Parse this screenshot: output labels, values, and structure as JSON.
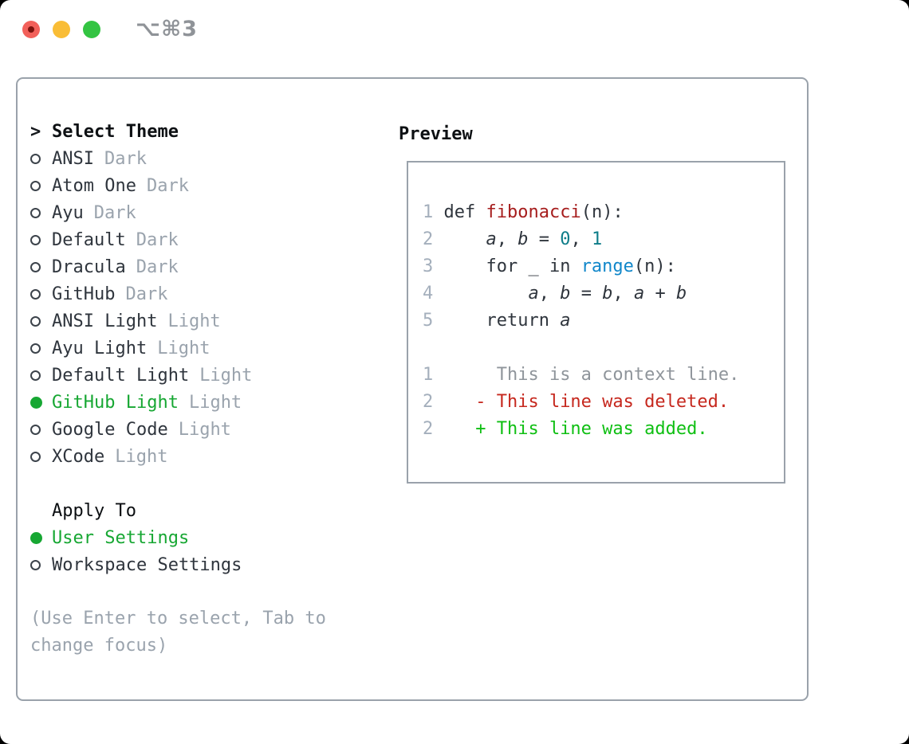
{
  "window": {
    "title_shortcut": "⌥⌘3",
    "traffic_lights": [
      "close",
      "minimize",
      "zoom"
    ]
  },
  "colors": {
    "selected_green": "#17a733",
    "added_green": "#0fbf13",
    "deleted_red": "#c6281e",
    "function_red": "#a61d1d",
    "number_teal": "#0e7d89",
    "builtin_blue": "#1187ca",
    "muted_gray": "#9aa3ad",
    "border_gray": "#9aa2ab"
  },
  "theme_list": {
    "prompt": ">",
    "header": "Select Theme",
    "items": [
      {
        "name": "ANSI",
        "variant": "Dark",
        "selected": false
      },
      {
        "name": "Atom One",
        "variant": "Dark",
        "selected": false
      },
      {
        "name": "Ayu",
        "variant": "Dark",
        "selected": false
      },
      {
        "name": "Default",
        "variant": "Dark",
        "selected": false
      },
      {
        "name": "Dracula",
        "variant": "Dark",
        "selected": false
      },
      {
        "name": "GitHub",
        "variant": "Dark",
        "selected": false
      },
      {
        "name": "ANSI Light",
        "variant": "Light",
        "selected": false
      },
      {
        "name": "Ayu Light",
        "variant": "Light",
        "selected": false
      },
      {
        "name": "Default Light",
        "variant": "Light",
        "selected": false
      },
      {
        "name": "GitHub Light",
        "variant": "Light",
        "selected": true
      },
      {
        "name": "Google Code",
        "variant": "Light",
        "selected": false
      },
      {
        "name": "XCode",
        "variant": "Light",
        "selected": false
      }
    ]
  },
  "apply_to": {
    "header": "Apply To",
    "options": [
      {
        "name": "User Settings",
        "selected": true
      },
      {
        "name": "Workspace Settings",
        "selected": false
      }
    ]
  },
  "hint": "(Use Enter to select, Tab to change focus)",
  "preview": {
    "header": "Preview",
    "lines": [
      {
        "num": "1",
        "tokens": [
          [
            " def ",
            "plain"
          ],
          [
            "fibonacci",
            "func"
          ],
          [
            "(n):",
            "plain"
          ]
        ]
      },
      {
        "num": "2",
        "tokens": [
          [
            "     ",
            "plain"
          ],
          [
            "a",
            "var"
          ],
          [
            ", ",
            "plain"
          ],
          [
            "b",
            "var"
          ],
          [
            " = ",
            "plain"
          ],
          [
            "0",
            "num"
          ],
          [
            ", ",
            "plain"
          ],
          [
            "1",
            "num"
          ]
        ]
      },
      {
        "num": "3",
        "tokens": [
          [
            "     for _ in ",
            "plain"
          ],
          [
            "range",
            "builtin"
          ],
          [
            "(n):",
            "plain"
          ]
        ]
      },
      {
        "num": "4",
        "tokens": [
          [
            "         ",
            "plain"
          ],
          [
            "a",
            "var"
          ],
          [
            ", ",
            "plain"
          ],
          [
            "b",
            "var"
          ],
          [
            " = ",
            "plain"
          ],
          [
            "b",
            "var"
          ],
          [
            ", ",
            "plain"
          ],
          [
            "a",
            "var"
          ],
          [
            " + ",
            "plain"
          ],
          [
            "b",
            "var"
          ]
        ]
      },
      {
        "num": "5",
        "tokens": [
          [
            "     return ",
            "plain"
          ],
          [
            "a",
            "var"
          ]
        ]
      },
      {
        "num": "",
        "tokens": []
      },
      {
        "num": "1",
        "tokens": [
          [
            "      This is a context line.",
            "ctx"
          ]
        ]
      },
      {
        "num": "2",
        "tokens": [
          [
            "    - This line was deleted.",
            "del"
          ]
        ]
      },
      {
        "num": "2",
        "tokens": [
          [
            "    + This line was added.",
            "add"
          ]
        ]
      }
    ]
  }
}
